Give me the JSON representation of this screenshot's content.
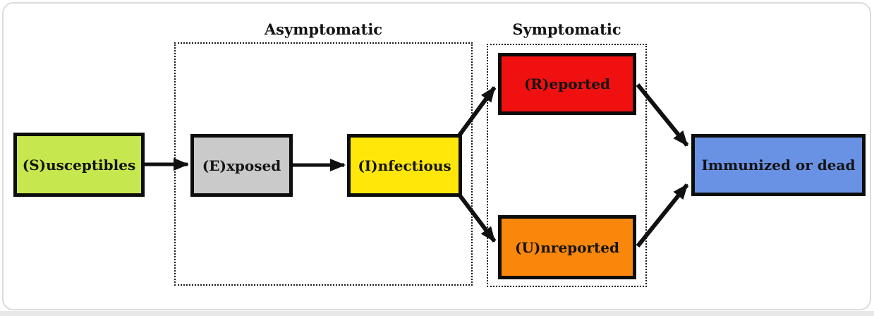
{
  "groups": {
    "asymptomatic": {
      "label": "Asymptomatic"
    },
    "symptomatic": {
      "label": "Symptomatic"
    }
  },
  "nodes": {
    "susceptibles": {
      "label": "(S)usceptibles",
      "fill": "#c6e74e"
    },
    "exposed": {
      "label": "(E)xposed",
      "fill": "#cacaca"
    },
    "infectious": {
      "label": "(I)nfectious",
      "fill": "#ffe70a"
    },
    "reported": {
      "label": "(R)eported",
      "fill": "#f01010"
    },
    "unreported": {
      "label": "(U)nreported",
      "fill": "#f8870b"
    },
    "immunized": {
      "label": "Immunized or dead",
      "fill": "#6992e4"
    }
  },
  "edges": [
    {
      "from": "susceptibles",
      "to": "exposed"
    },
    {
      "from": "exposed",
      "to": "infectious"
    },
    {
      "from": "infectious",
      "to": "reported"
    },
    {
      "from": "infectious",
      "to": "unreported"
    },
    {
      "from": "reported",
      "to": "immunized"
    },
    {
      "from": "unreported",
      "to": "immunized"
    }
  ],
  "colors": {
    "node_border": "#0c0c0c",
    "arrow": "#111111",
    "group_border": "#1c1c1c",
    "card_border": "#dcdcdc",
    "footer_strip": "#e8e8e8"
  }
}
